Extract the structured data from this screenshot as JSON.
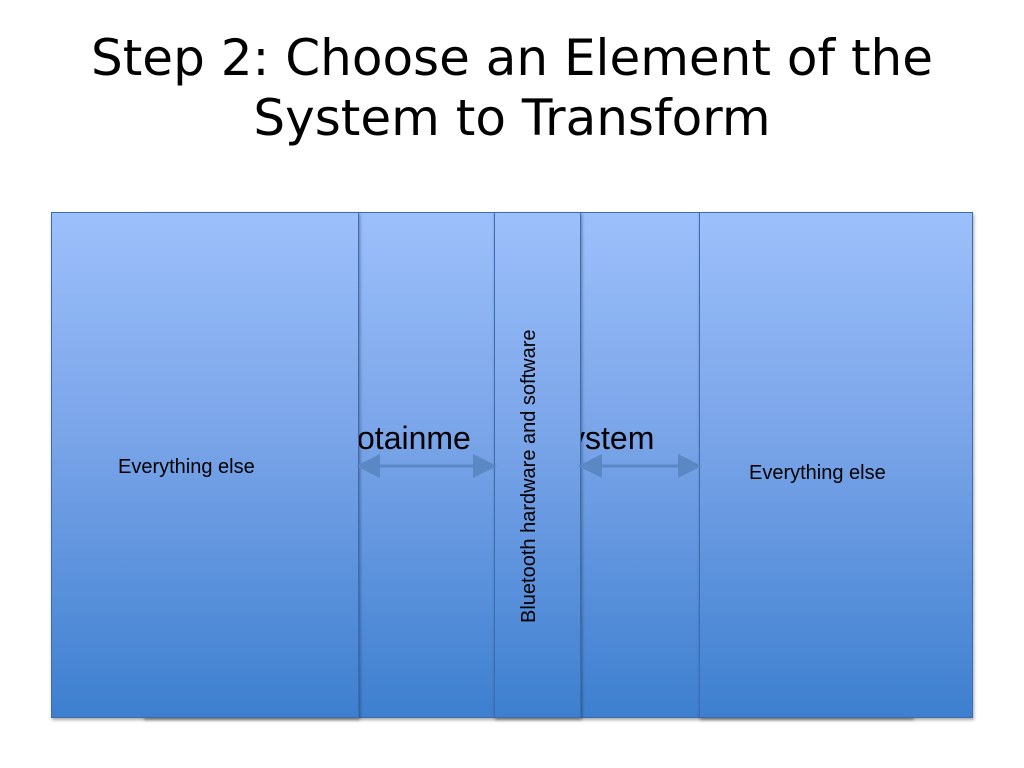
{
  "title": {
    "line1": "Step 2: Choose an Element of the",
    "line2": "System to Transform"
  },
  "diagram": {
    "left_box_label": "Everything else",
    "right_box_label": "Everything else",
    "center_box_label": "Bluetooth hardware and software",
    "middle_left_text": "otainme",
    "middle_right_text": "ystem",
    "colors": {
      "box_top": "#9cc0fb",
      "box_bottom": "#3d7fcf",
      "box_border": "#3d6db0",
      "arrow": "#5b88c4"
    }
  }
}
